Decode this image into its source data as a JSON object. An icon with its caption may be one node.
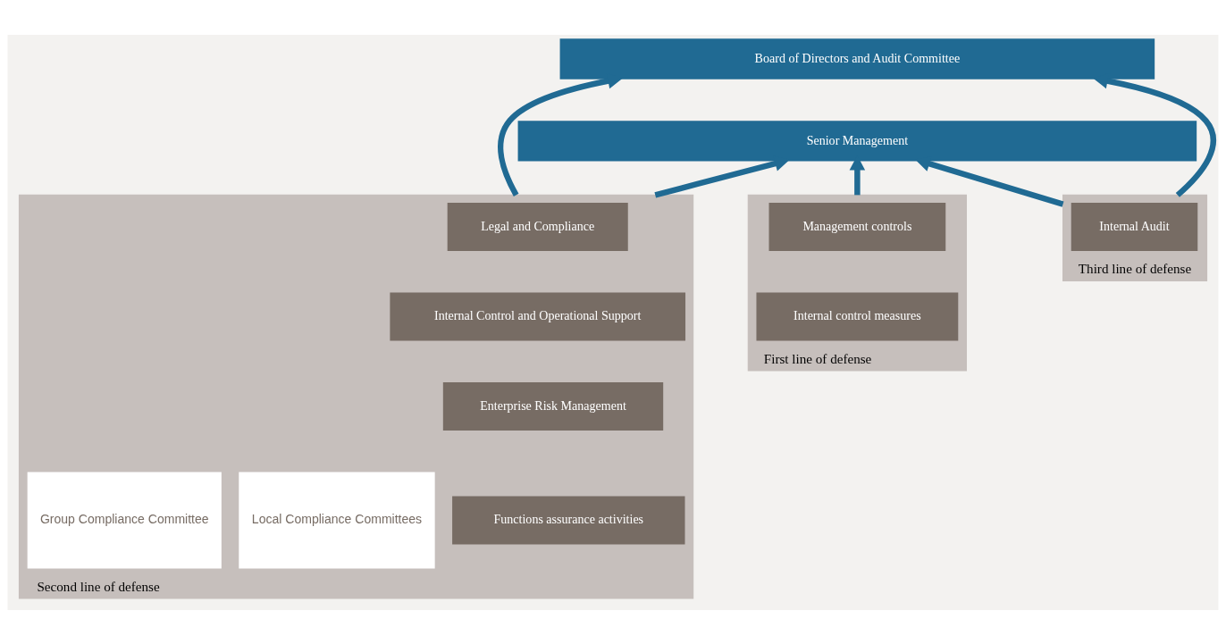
{
  "diagram": {
    "nodes": [
      {
        "text": [
          "Board of Directors and Audit Committee"
        ]
      },
      {
        "text": [
          "Senior Management"
        ]
      },
      {
        "text": [
          "First line of defense"
        ]
      },
      {
        "text": [
          "Management controls"
        ],
        "in": 2
      },
      {
        "text": [
          "Internal control measures"
        ],
        "in": 2
      },
      {
        "text": [
          "Second line of defense"
        ]
      },
      {
        "text": [
          "Legal and Compliance"
        ],
        "in": 5
      },
      {
        "text": [
          "Internal Control and Operational Support"
        ],
        "in": 5
      },
      {
        "text": [
          "Enterprise Risk Management"
        ],
        "in": 5
      },
      {
        "text": [
          "Functions assurance activities"
        ],
        "in": 5
      },
      {
        "text": [
          "Local Compliance Committees"
        ],
        "in": 5
      },
      {
        "text": [
          "Group Compliance Committee"
        ],
        "in": 5
      },
      {
        "text": [
          "Third line of defense"
        ]
      },
      {
        "text": [
          "Internal Audit"
        ],
        "in": 12
      }
    ],
    "edges": [
      {
        "from": 2,
        "to": 1,
        "arrow": "to"
      },
      {
        "from": 5,
        "to": 1,
        "arrow": "to"
      },
      {
        "from": 5,
        "to": 0,
        "arrow": "to"
      },
      {
        "from": 12,
        "to": 1,
        "arrow": "to"
      },
      {
        "from": 12,
        "to": 0,
        "arrow": "to"
      }
    ]
  }
}
